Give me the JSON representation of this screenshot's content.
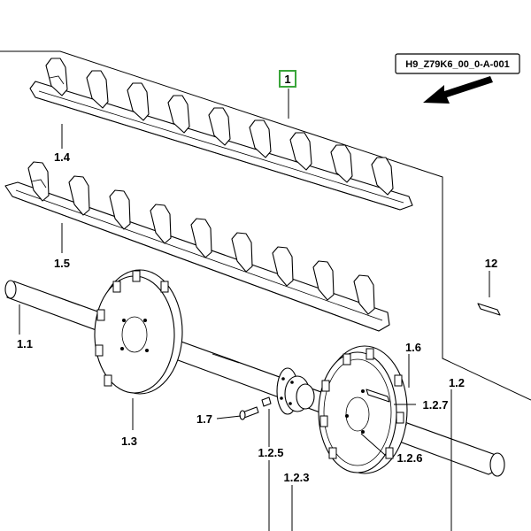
{
  "diagram_code": "H9_Z79K6_00_0-A-001",
  "callouts": {
    "assembly": "1",
    "c1_4": "1.4",
    "c1_5": "1.5",
    "c12": "12",
    "c1_1": "1.1",
    "c1_6": "1.6",
    "c1_2": "1.2",
    "c1_2_7": "1.2.7",
    "c1_7": "1.7",
    "c1_3": "1.3",
    "c1_2_5": "1.2.5",
    "c1_2_3": "1.2.3",
    "c1_2_6": "1.2.6"
  },
  "colors": {
    "line": "#000000",
    "assembly_box": "#3aa53a",
    "background": "#ffffff"
  }
}
